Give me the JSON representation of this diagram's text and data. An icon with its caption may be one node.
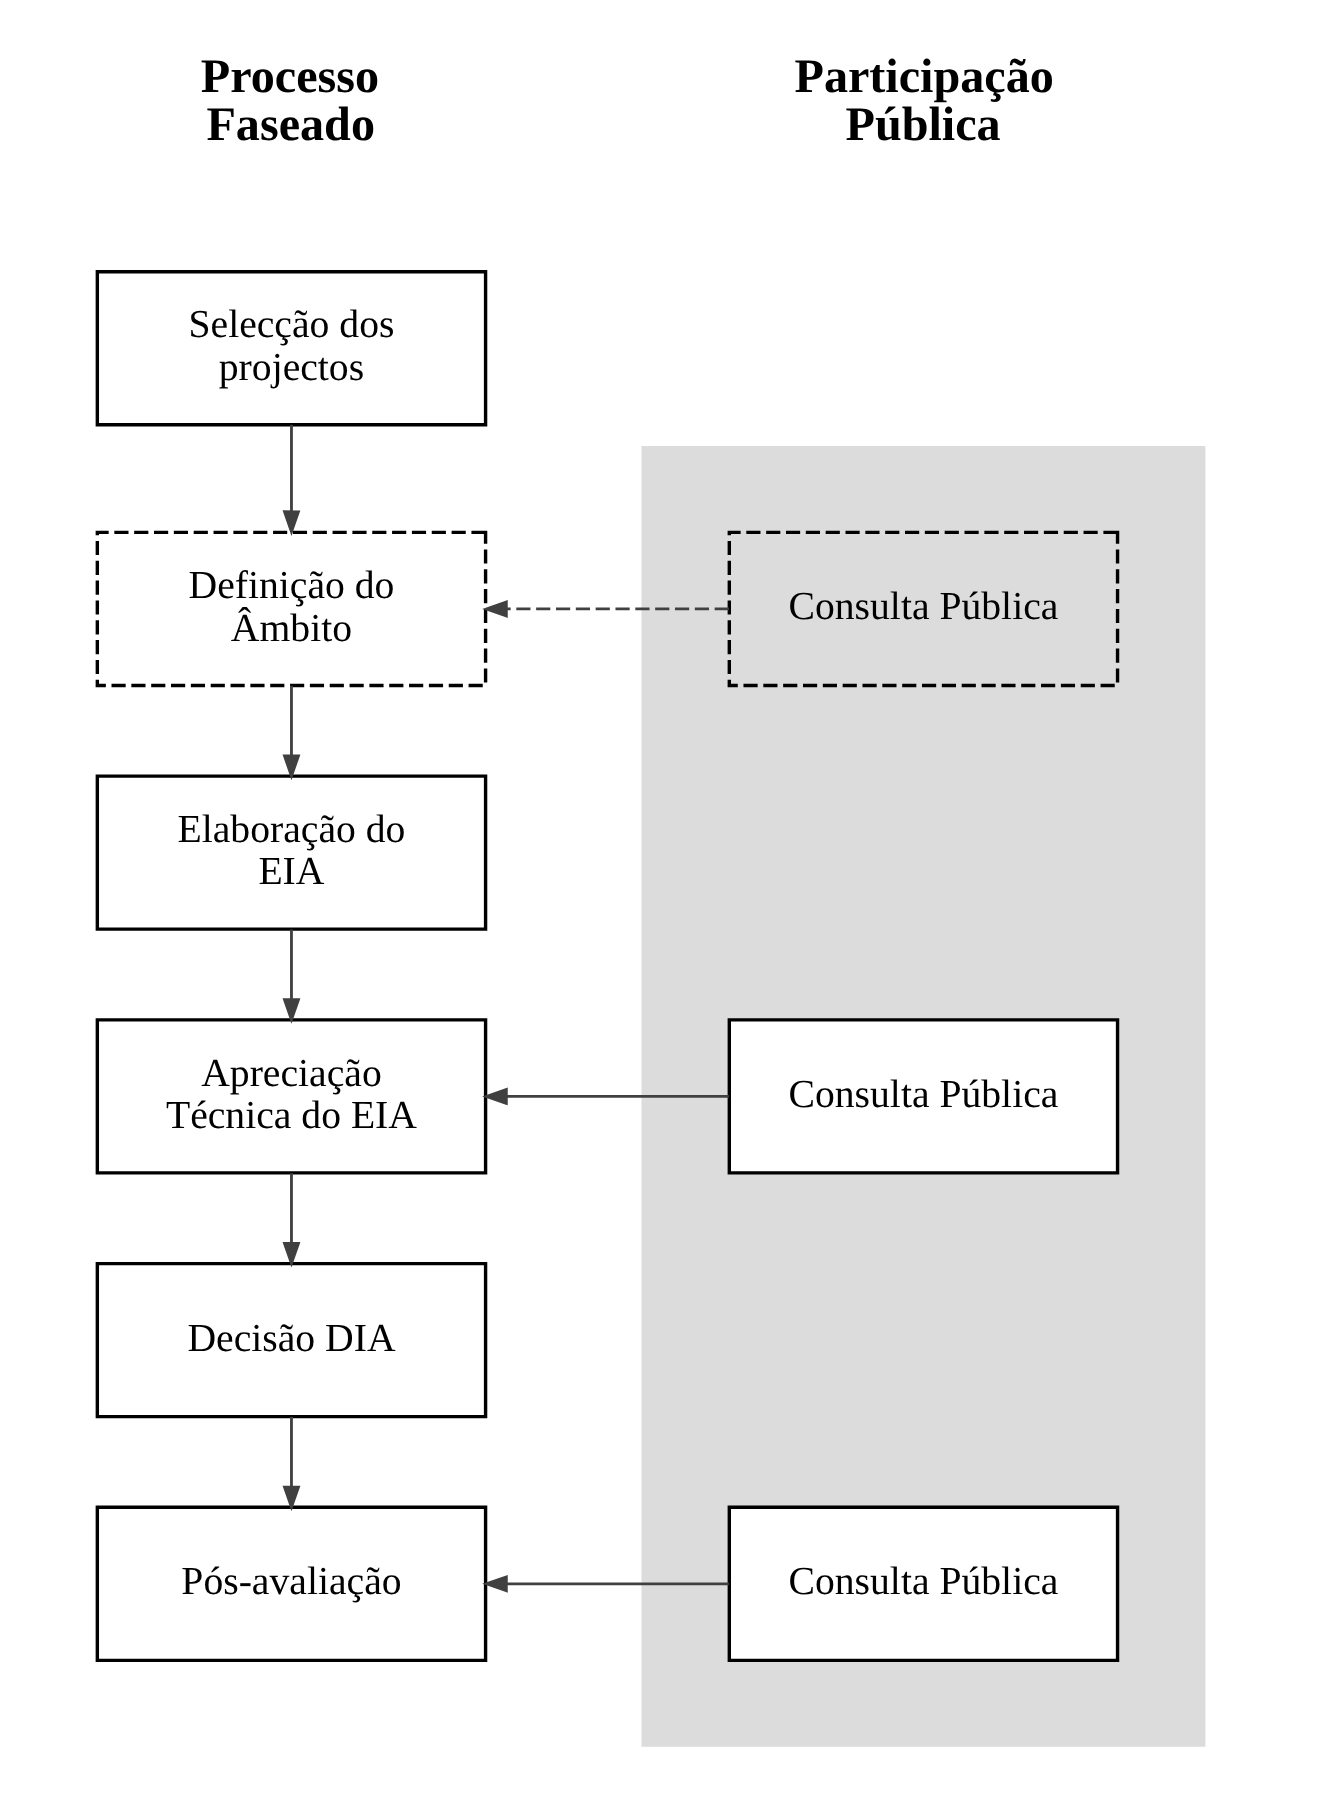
{
  "diagram": {
    "nodes": [
      {
        "text": [
          "Selecção dos projectos"
        ]
      },
      {
        "text": [
          "Definição do Âmbito"
        ]
      },
      {
        "text": [
          "Elaboração do EIA"
        ]
      },
      {
        "text": [
          "Apreciação Técnica do EIA"
        ]
      },
      {
        "text": [
          "Decisão DIA"
        ]
      },
      {
        "text": [
          "Pós-avaliação"
        ]
      },
      {
        "text": [],
        "shape": "box"
      },
      {
        "text": [
          "Consulta Pública"
        ],
        "in": 6
      },
      {
        "text": [
          "Consulta Pública"
        ],
        "in": 6
      },
      {
        "text": [
          "Consulta Pública"
        ],
        "in": 6
      }
    ],
    "edges": [
      {
        "from": 0,
        "to": 1,
        "arrow": "to"
      },
      {
        "from": 1,
        "to": 2,
        "arrow": "to"
      },
      {
        "from": 2,
        "to": 3,
        "arrow": "to"
      },
      {
        "from": 3,
        "to": 4,
        "arrow": "to"
      },
      {
        "from": 4,
        "to": 5,
        "arrow": "to"
      },
      {
        "from": 7,
        "to": 1,
        "arrow": "to",
        "style": "dashed"
      },
      {
        "from": 8,
        "to": 3,
        "arrow": "to"
      },
      {
        "from": 9,
        "to": 5,
        "arrow": "to"
      }
    ],
    "labels": [
      "Processo Faseado",
      "Participação Pública"
    ]
  }
}
